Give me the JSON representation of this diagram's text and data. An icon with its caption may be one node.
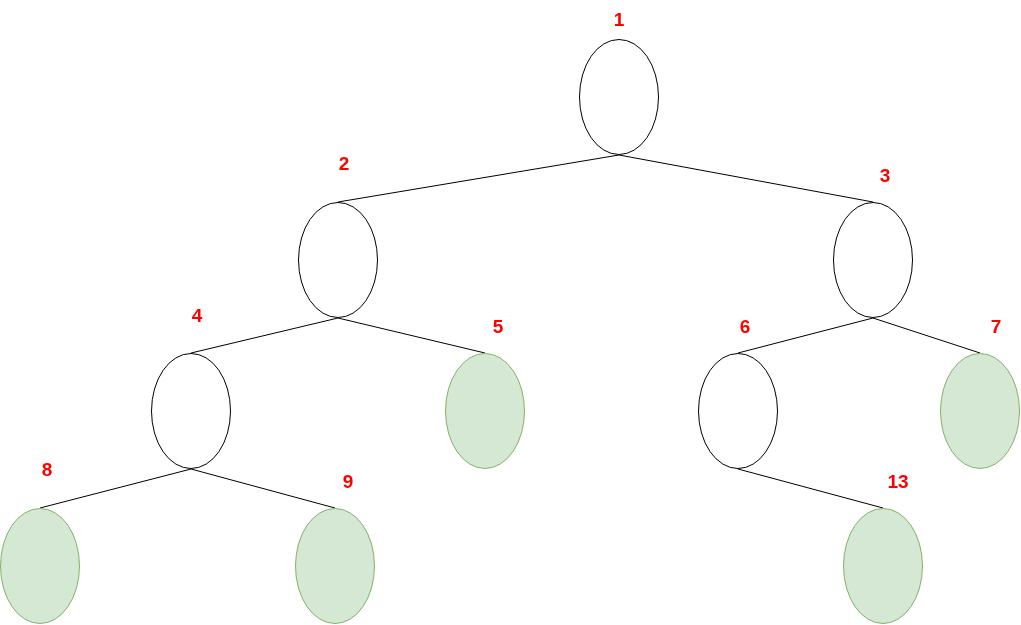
{
  "diagram": {
    "nodes": [
      {
        "text": [],
        "shape": "circle",
        "beside": [
          "1"
        ]
      },
      {
        "text": [],
        "shape": "circle",
        "beside": [
          "2"
        ]
      },
      {
        "text": [],
        "shape": "circle",
        "beside": [
          "3"
        ]
      },
      {
        "text": [],
        "shape": "circle",
        "beside": [
          "4"
        ]
      },
      {
        "text": [],
        "shape": "circle",
        "beside": [
          "5"
        ]
      },
      {
        "text": [],
        "shape": "circle",
        "beside": [
          "6"
        ]
      },
      {
        "text": [],
        "shape": "circle",
        "beside": [
          "7"
        ]
      },
      {
        "text": [],
        "shape": "circle",
        "beside": [
          "8"
        ]
      },
      {
        "text": [],
        "shape": "circle",
        "beside": [
          "9"
        ]
      },
      {
        "text": [],
        "shape": "circle",
        "beside": [
          "13"
        ]
      }
    ],
    "edges": [
      {
        "from": 0,
        "to": 1,
        "arrow": "none"
      },
      {
        "from": 0,
        "to": 2,
        "arrow": "none"
      },
      {
        "from": 1,
        "to": 3,
        "arrow": "none"
      },
      {
        "from": 1,
        "to": 4,
        "arrow": "none"
      },
      {
        "from": 2,
        "to": 5,
        "arrow": "none"
      },
      {
        "from": 2,
        "to": 6,
        "arrow": "none"
      },
      {
        "from": 3,
        "to": 7,
        "arrow": "none"
      },
      {
        "from": 3,
        "to": 8,
        "arrow": "none"
      },
      {
        "from": 5,
        "to": 9,
        "arrow": "none"
      }
    ]
  }
}
